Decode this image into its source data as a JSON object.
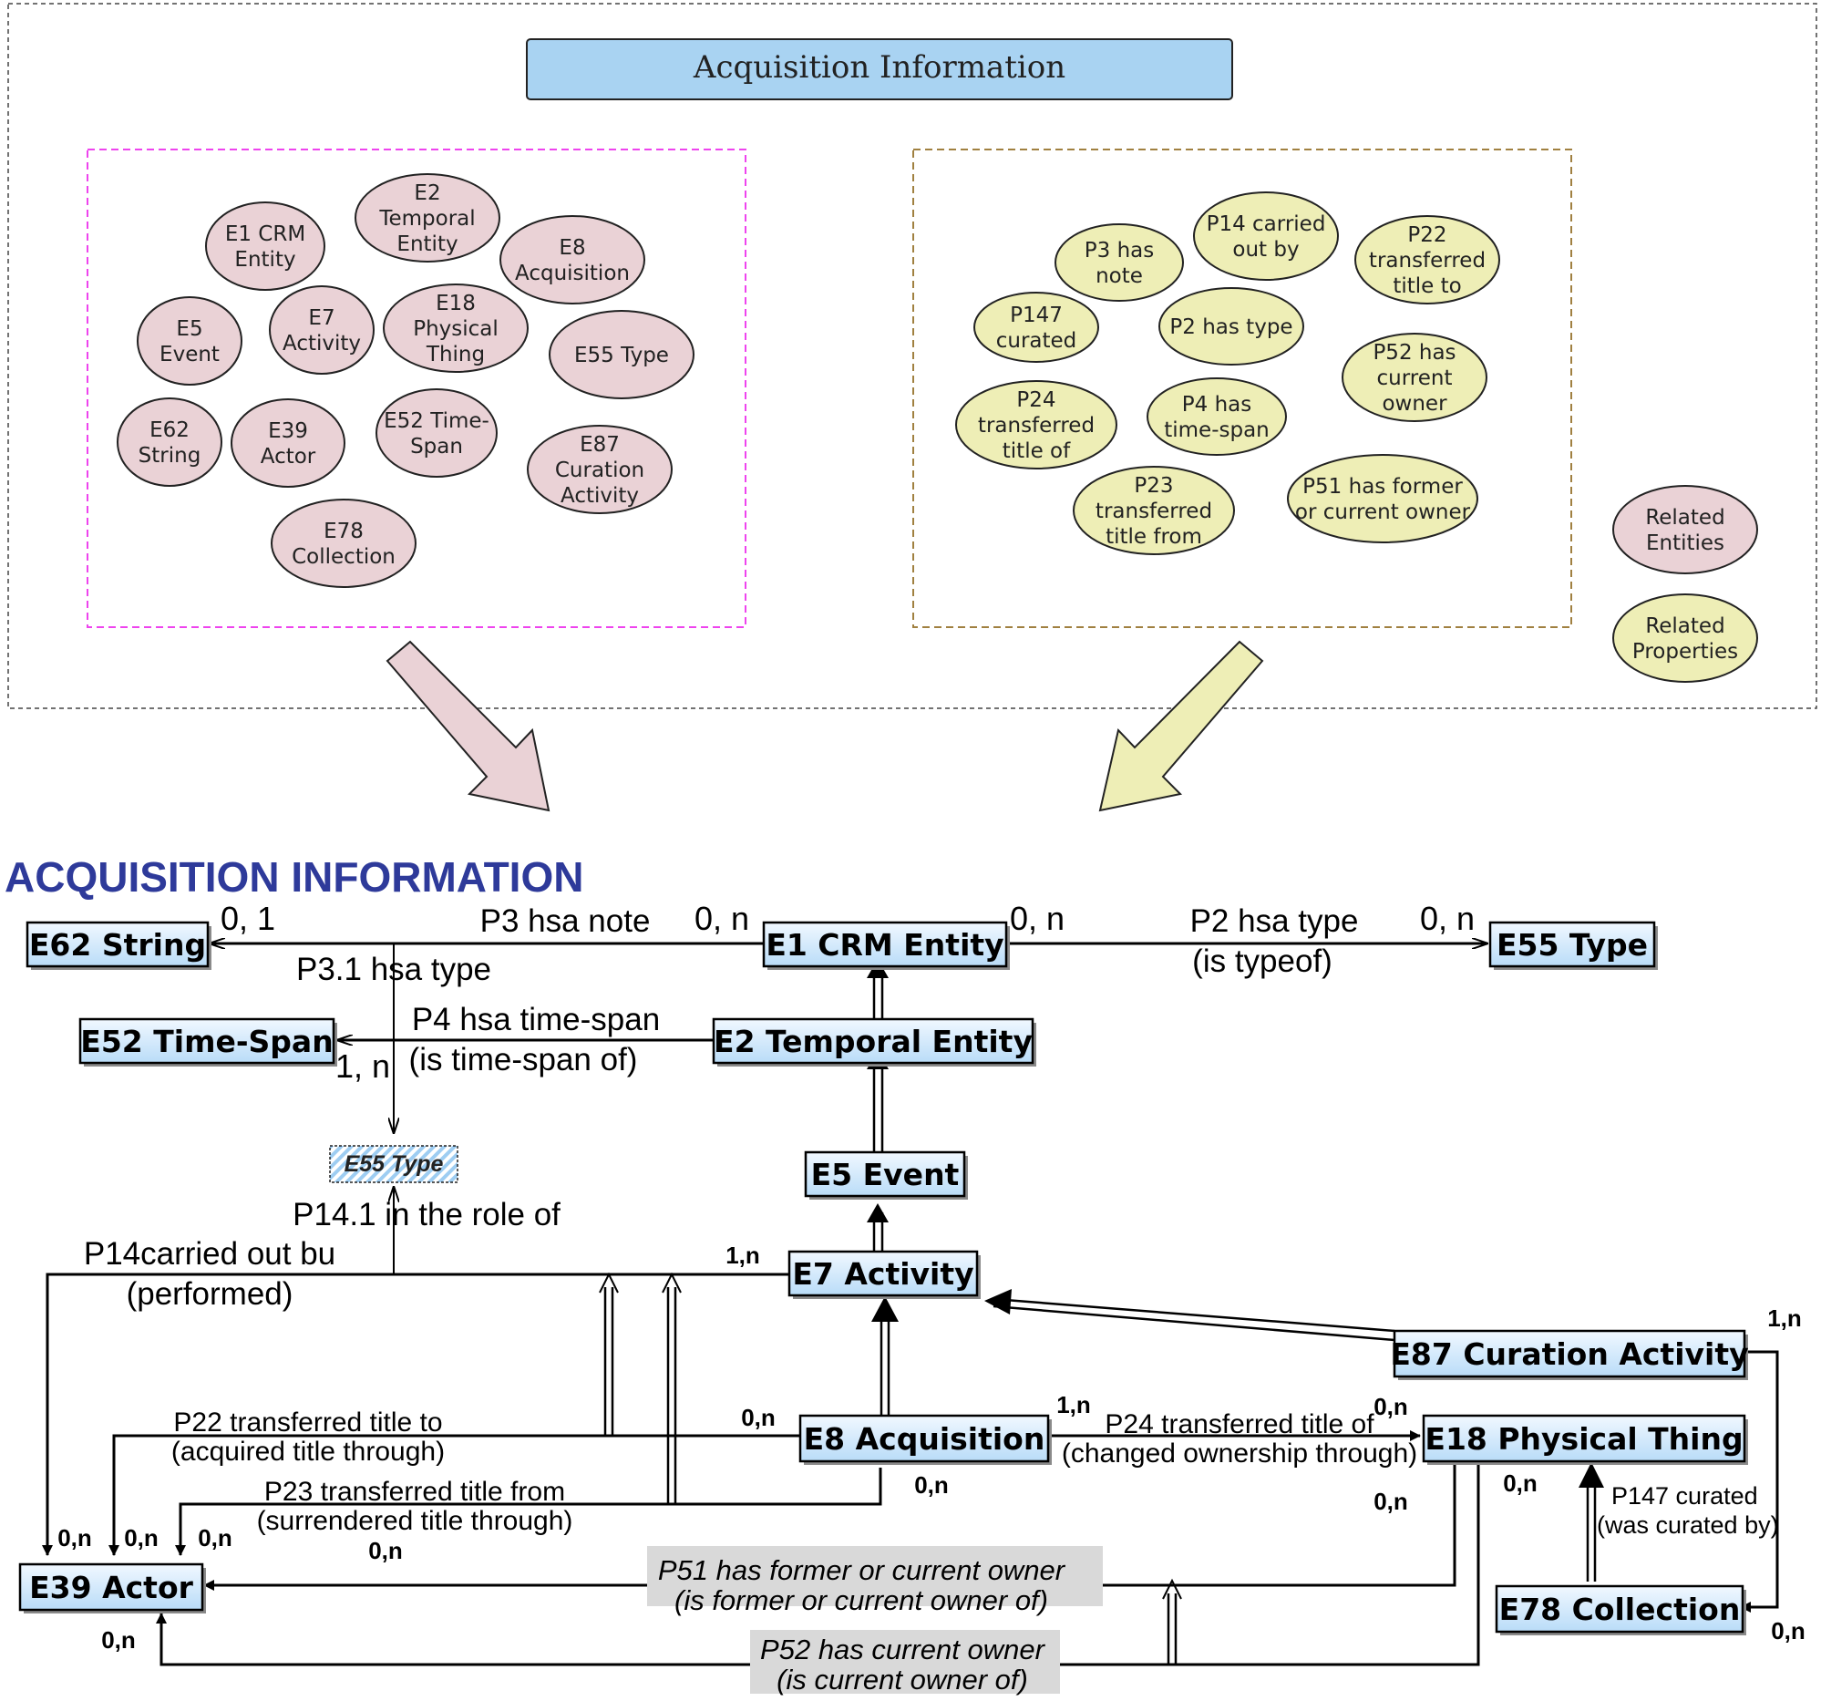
{
  "header": {
    "title": "Acquisition Information"
  },
  "entities_panel": {
    "items": [
      [
        "E2",
        "Temporal",
        "Entity"
      ],
      [
        "E1 CRM",
        "Entity"
      ],
      [
        "E8",
        "Acquisition"
      ],
      [
        "E5",
        "Event"
      ],
      [
        "E7",
        "Activity"
      ],
      [
        "E18",
        "Physical",
        "Thing"
      ],
      [
        "E55 Type"
      ],
      [
        "E62",
        "String"
      ],
      [
        "E39",
        "Actor"
      ],
      [
        "E52 Time-",
        "Span"
      ],
      [
        "E87",
        "Curation",
        "Activity"
      ],
      [
        "E78",
        "Collection"
      ]
    ]
  },
  "properties_panel": {
    "items": [
      [
        "P14 carried",
        "out by"
      ],
      [
        "P3 has",
        "note"
      ],
      [
        "P22",
        "transferred",
        "title to"
      ],
      [
        "P147",
        "curated"
      ],
      [
        "P2 has type"
      ],
      [
        "P52 has",
        "current",
        "owner"
      ],
      [
        "P24",
        "transferred",
        "title of"
      ],
      [
        "P4 has",
        "time-span"
      ],
      [
        "P23",
        "transferred",
        "title from"
      ],
      [
        "P51 has former",
        "or current owner"
      ]
    ]
  },
  "legend": {
    "entities": [
      "Related",
      "Entities"
    ],
    "properties": [
      "Related",
      "Properties"
    ]
  },
  "diagram": {
    "title": "ACQUISITION INFORMATION",
    "boxes": {
      "e62": "E62 String",
      "e1": "E1 CRM Entity",
      "e55": "E55 Type",
      "e52": "E52 Time-Span",
      "e2": "E2 Temporal Entity",
      "e55_small": "E55 Type",
      "e5": "E5 Event",
      "e7": "E7 Activity",
      "e87": "E87 Curation Activity",
      "e8": "E8 Acquisition",
      "e18": "E18 Physical Thing",
      "e39": "E39 Actor",
      "e78": "E78 Collection"
    },
    "labels": {
      "p3": "P3 hsa note",
      "p31": "P3.1 hsa type",
      "p2": "P2 hsa type",
      "p2_inv": "(is typeof)",
      "p4": "P4 hsa time-span",
      "p4_inv": "(is time-span of)",
      "p141": "P14.1 in the role of",
      "p14": "P14carried out bu",
      "p14_inv": "(performed)",
      "p22": "P22 transferred title to",
      "p22_inv": "(acquired title through)",
      "p23": "P23 transferred title from",
      "p23_inv": "(surrendered title through)",
      "p24": "P24 transferred title of",
      "p24_inv": "(changed ownership through)",
      "p147": "P147 curated",
      "p147_inv": "(was curated by)",
      "p51": "P51 has former or current owner",
      "p51_inv": "(is former or current owner of)",
      "p52": "P52 has current owner",
      "p52_inv": "(is current owner of)"
    },
    "cardinalities": {
      "c_e62": "0, 1",
      "c_e1_left": "0, n",
      "c_e1_right": "0, n",
      "c_e55": "0, n",
      "c_e52": "1, n",
      "c_e7": "1,n",
      "c_e87": "1,n",
      "c_e8_left": "0,n",
      "c_e8_right": "1,n",
      "c_e18_top": "0,n",
      "c_e8_below": "0,n",
      "c_e18_below": "0,n",
      "c_e18_right": "0,n",
      "c_e39_a": "0,n",
      "c_e39_b": "0,n",
      "c_e39_c": "0,n",
      "c_e39_d": "0,n",
      "c_e39_bottom": "0,n",
      "c_e78": "0,n"
    }
  },
  "colors": {
    "header_fill": "#a9d3f2",
    "entity_fill": "#ead2d6",
    "property_fill": "#eeeeb6",
    "entities_border": "#ee44ee",
    "properties_border": "#a08040",
    "box_fill": "#cfe6fb",
    "title_blue": "#2e3a9a",
    "shade": "#d9d9d9"
  }
}
